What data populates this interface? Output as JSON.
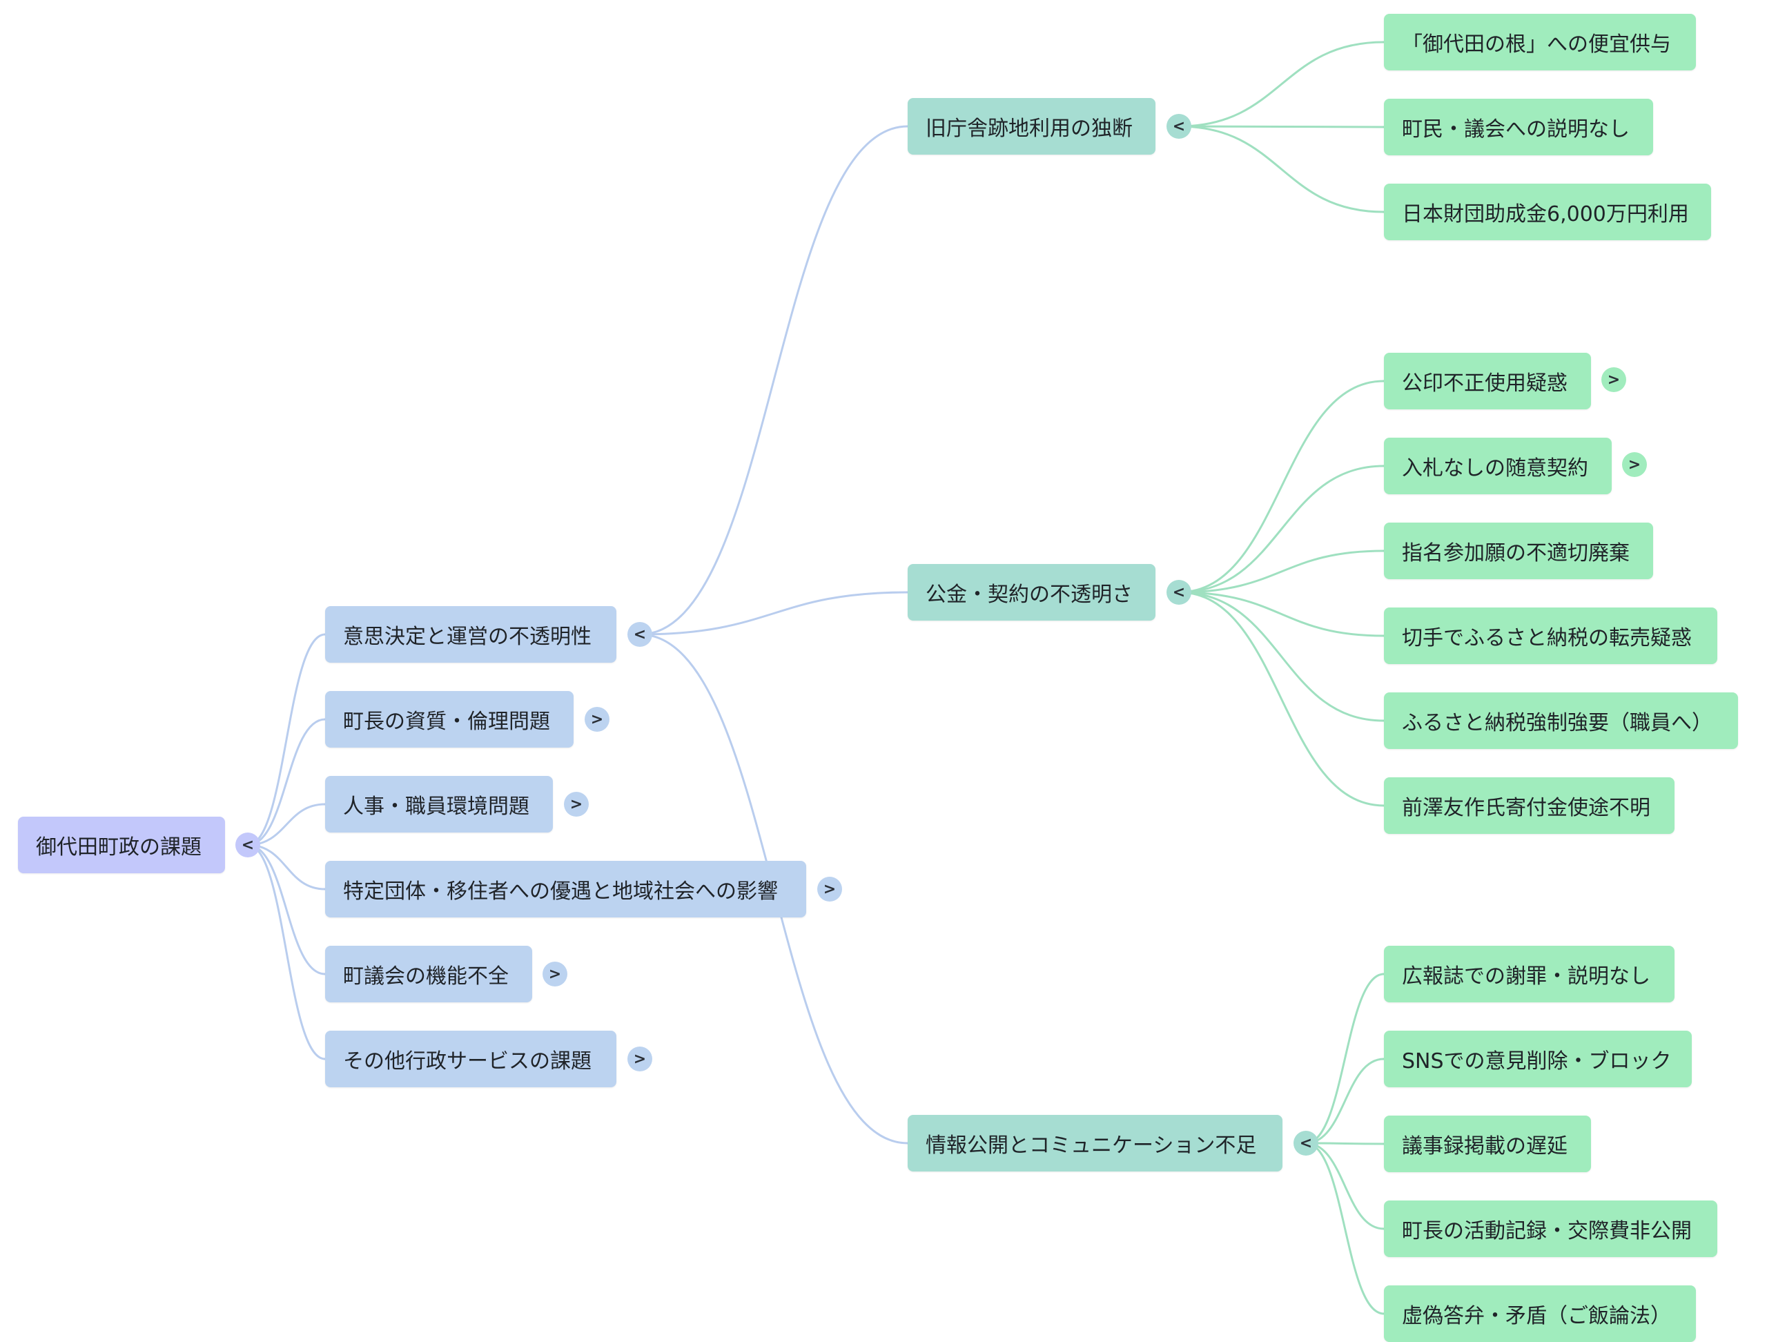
{
  "colors": {
    "root": "#c3c8fb",
    "level1": "#bcd3f0",
    "level2": "#a6ddd2",
    "level3": "#a0ecbd",
    "link_blue": "#b9cdee",
    "link_green": "#9fe0c0"
  },
  "toggle": {
    "collapse": "<",
    "expand": ">"
  },
  "root": {
    "label": "御代田町政の課題"
  },
  "level1": [
    {
      "label": "意思決定と運営の不透明性",
      "state": "expanded"
    },
    {
      "label": "町長の資質・倫理問題",
      "state": "collapsed"
    },
    {
      "label": "人事・職員環境問題",
      "state": "collapsed"
    },
    {
      "label": "特定団体・移住者への優遇と地域社会への影響",
      "state": "collapsed"
    },
    {
      "label": "町議会の機能不全",
      "state": "collapsed"
    },
    {
      "label": "その他行政サービスの課題",
      "state": "collapsed"
    }
  ],
  "level2": [
    {
      "label": "旧庁舎跡地利用の独断",
      "state": "expanded",
      "children": [
        {
          "label": "「御代田の根」への便宜供与"
        },
        {
          "label": "町民・議会への説明なし"
        },
        {
          "label": "日本財団助成金6,000万円利用"
        }
      ]
    },
    {
      "label": "公金・契約の不透明さ",
      "state": "expanded",
      "children": [
        {
          "label": "公印不正使用疑惑",
          "state": "collapsed"
        },
        {
          "label": "入札なしの随意契約",
          "state": "collapsed"
        },
        {
          "label": "指名参加願の不適切廃棄"
        },
        {
          "label": "切手でふるさと納税の転売疑惑"
        },
        {
          "label": "ふるさと納税強制強要（職員へ）"
        },
        {
          "label": "前澤友作氏寄付金使途不明"
        }
      ]
    },
    {
      "label": "情報公開とコミュニケーション不足",
      "state": "expanded",
      "children": [
        {
          "label": "広報誌での謝罪・説明なし"
        },
        {
          "label": "SNSでの意見削除・ブロック"
        },
        {
          "label": "議事録掲載の遅延"
        },
        {
          "label": "町長の活動記録・交際費非公開"
        },
        {
          "label": "虚偽答弁・矛盾（ご飯論法）"
        }
      ]
    }
  ]
}
